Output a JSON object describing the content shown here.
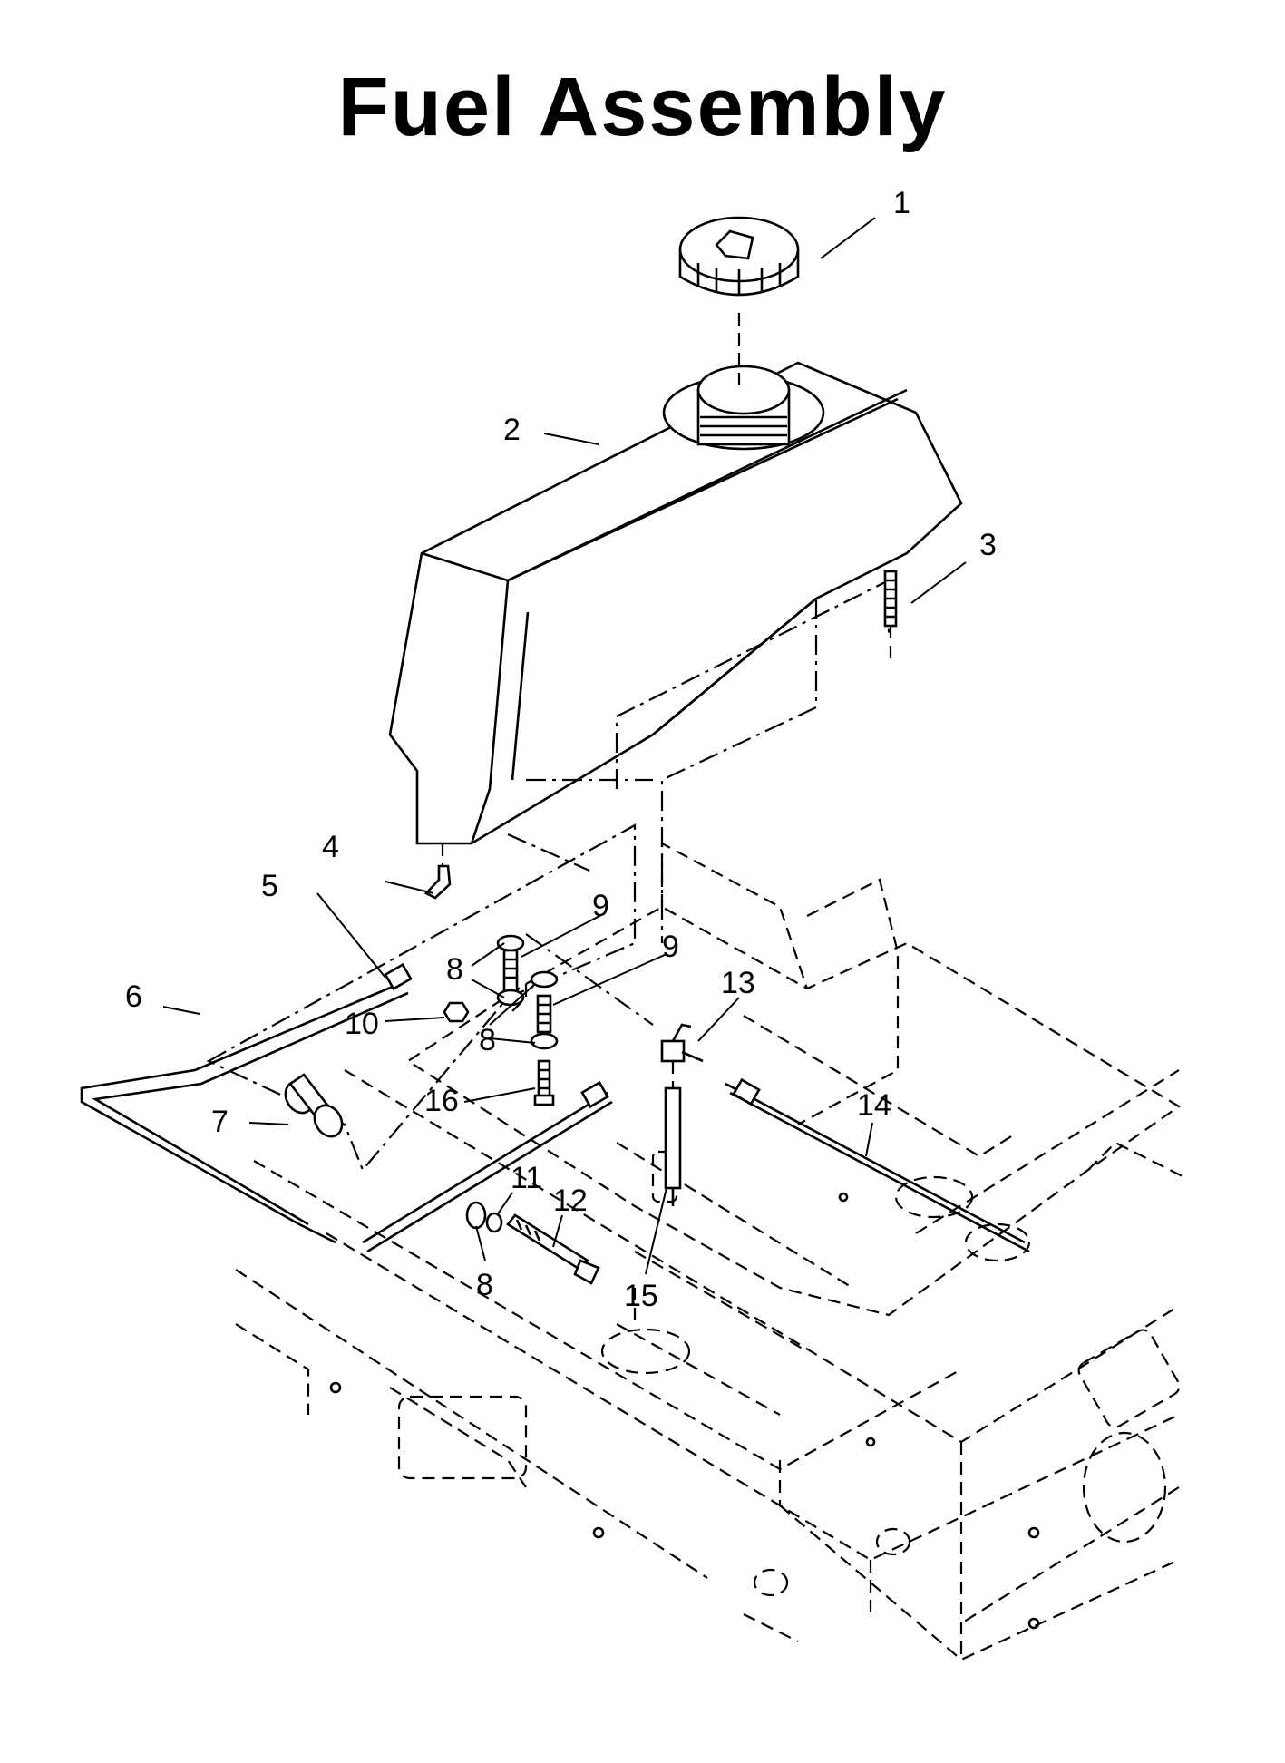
{
  "title": "Fuel Assembly",
  "callouts": [
    {
      "id": "1"
    },
    {
      "id": "2"
    },
    {
      "id": "3"
    },
    {
      "id": "4"
    },
    {
      "id": "5"
    },
    {
      "id": "6"
    },
    {
      "id": "7"
    },
    {
      "id": "8"
    },
    {
      "id": "9"
    },
    {
      "id": "10"
    },
    {
      "id": "11"
    },
    {
      "id": "12"
    },
    {
      "id": "13"
    },
    {
      "id": "14"
    },
    {
      "id": "15"
    },
    {
      "id": "16"
    }
  ]
}
